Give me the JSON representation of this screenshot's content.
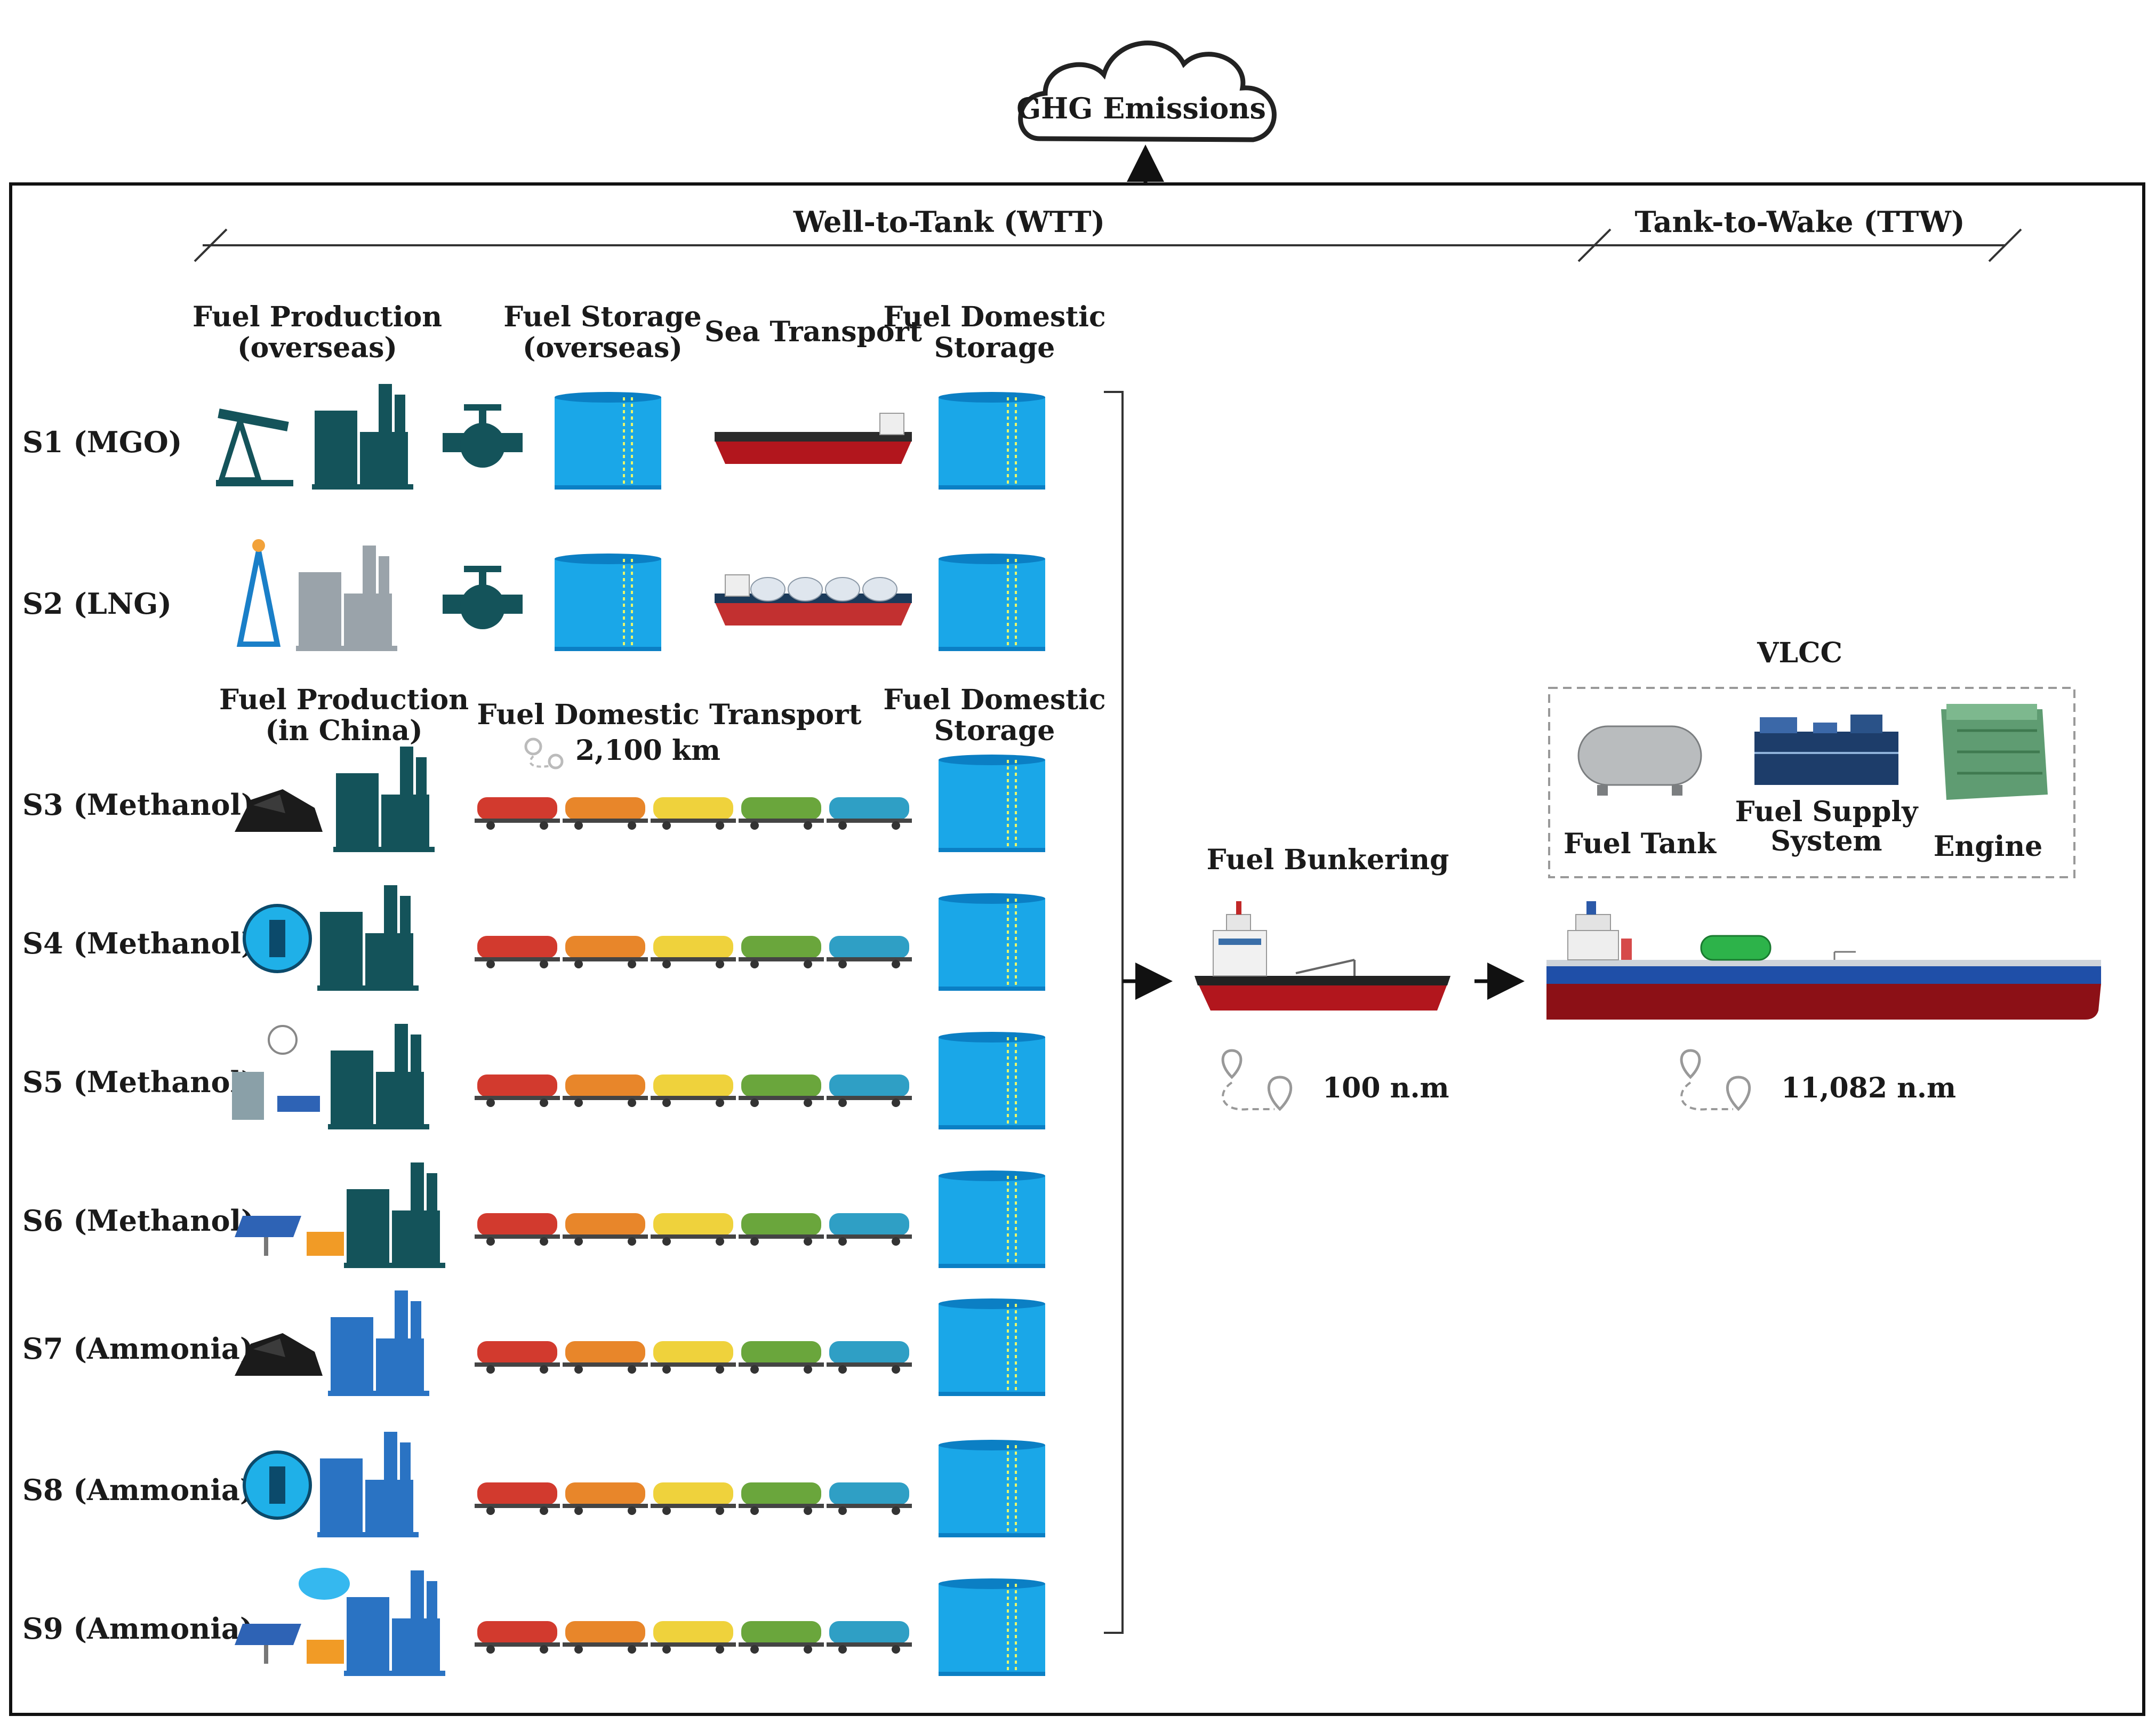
{
  "emissions": "GHG Emissions",
  "phases": {
    "wtt": "Well-to-Tank (WTT)",
    "ttw": "Tank-to-Wake (TTW)"
  },
  "headers_top": {
    "prod_l1": "Fuel Production",
    "prod_l2": "(overseas)",
    "stor_l1": "Fuel Storage",
    "stor_l2": "(overseas)",
    "sea": "Sea Transport",
    "dom_l1": "Fuel Domestic",
    "dom_l2": "Storage"
  },
  "headers_mid": {
    "prod_l1": "Fuel Production",
    "prod_l2": "(in China)",
    "trans": "Fuel Domestic Transport",
    "dist": "2,100 km",
    "dom_l1": "Fuel Domestic",
    "dom_l2": "Storage"
  },
  "scenarios": [
    {
      "label": "S1 (MGO)"
    },
    {
      "label": "S2 (LNG)"
    },
    {
      "label": "S3 (Methanol)"
    },
    {
      "label": "S4 (Methanol)"
    },
    {
      "label": "S5 (Methanol)"
    },
    {
      "label": "S6 (Methanol)"
    },
    {
      "label": "S7 (Ammonia)"
    },
    {
      "label": "S8 (Ammonia)"
    },
    {
      "label": "S9 (Ammonia)"
    }
  ],
  "bunkering": {
    "title": "Fuel Bunkering",
    "distance": "100 n.m"
  },
  "vlcc": {
    "title": "VLCC",
    "tank": "Fuel Tank",
    "supply_l1": "Fuel Supply",
    "supply_l2": "System",
    "engine": "Engine",
    "distance": "11,082 n.m"
  },
  "colors": {
    "tank": "#1aa7e8",
    "tank_dark": "#0b7fc4",
    "ladder": "#e9f56a",
    "plant_teal": "#14535a",
    "plant_blue": "#2a73c3",
    "rail": [
      "#d23a2e",
      "#e8862a",
      "#efd23c",
      "#6aa63c",
      "#2f9fc5"
    ],
    "vlcc_hull": "#8c1016",
    "vlcc_stripe": "#1f4fa8"
  }
}
